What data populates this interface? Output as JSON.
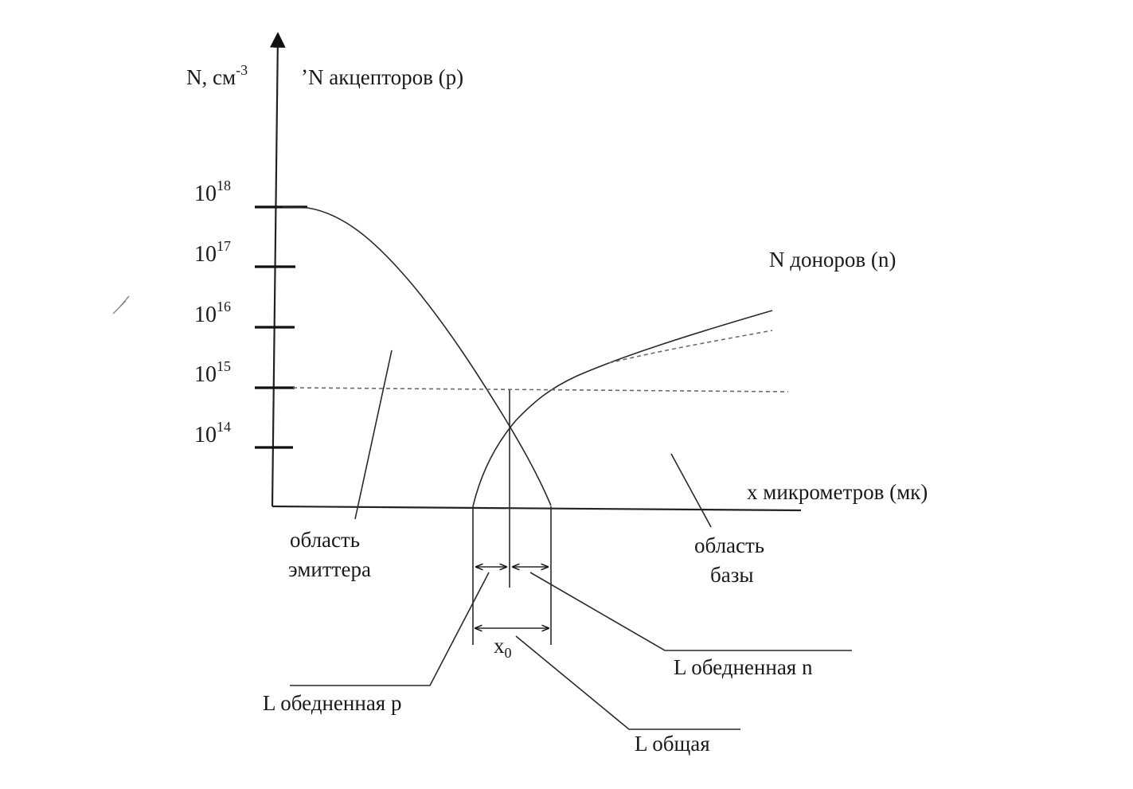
{
  "y_axis": {
    "label": "N, см",
    "label_exponent": "-3",
    "ticks": [
      {
        "base": "10",
        "exp": "18"
      },
      {
        "base": "10",
        "exp": "17"
      },
      {
        "base": "10",
        "exp": "16"
      },
      {
        "base": "10",
        "exp": "15"
      },
      {
        "base": "10",
        "exp": "14"
      }
    ]
  },
  "x_axis": {
    "label": "x микрометров (мк)"
  },
  "curves": {
    "acceptors": "N акцепторов (p)",
    "donors": "N доноров (n)"
  },
  "regions": {
    "emitter": [
      "область",
      "эмиттера"
    ],
    "base": [
      "область",
      "базы"
    ]
  },
  "annotations": {
    "depletion_p": "L обедненная p",
    "depletion_n": "L обедненная n",
    "total": "L общая",
    "x0": "x",
    "x0_sub": "0"
  }
}
